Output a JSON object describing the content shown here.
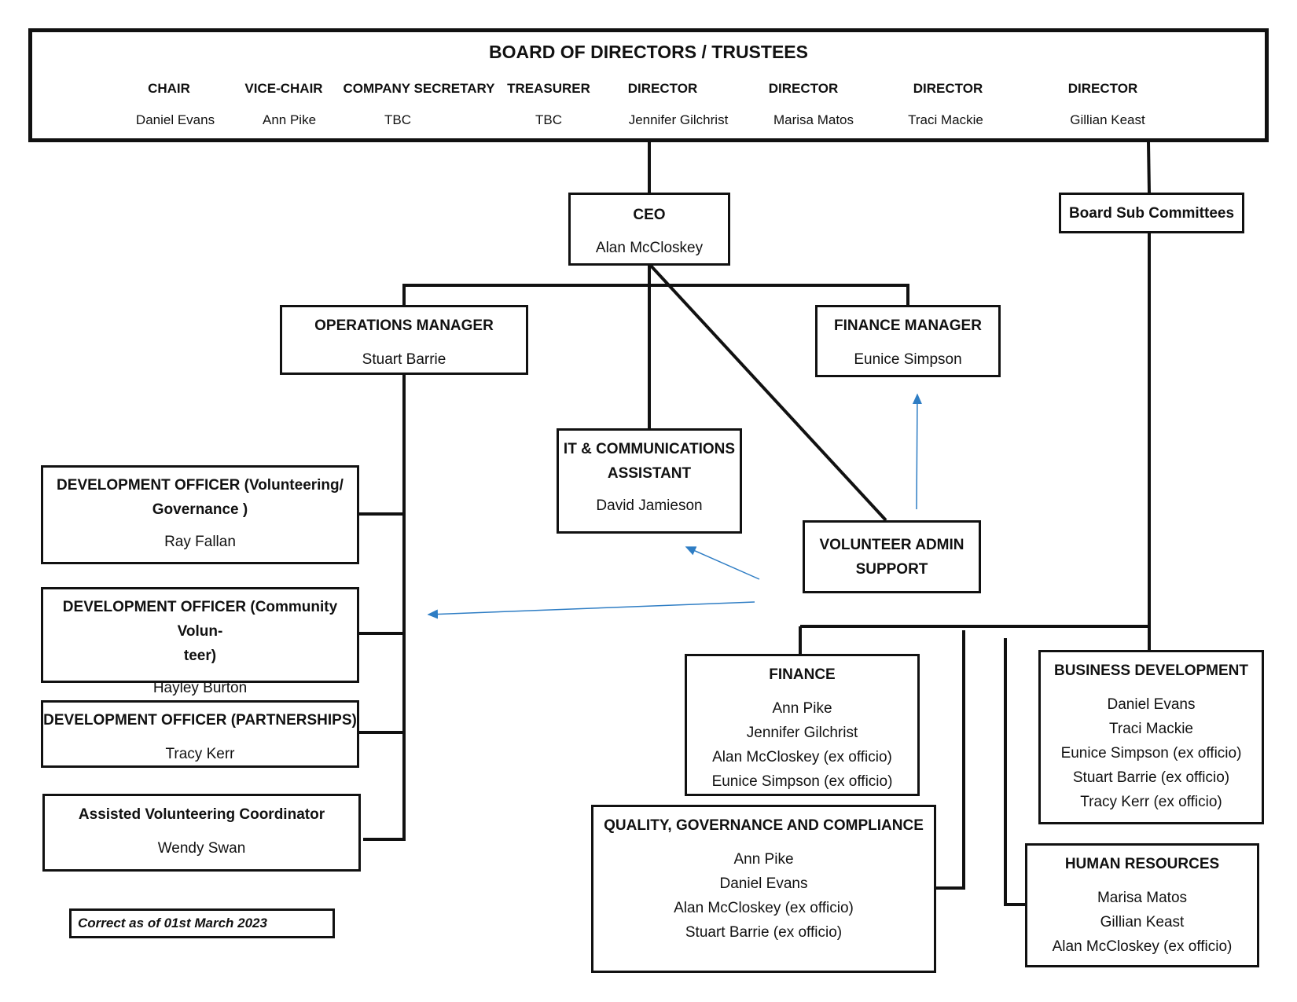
{
  "board": {
    "title": "BOARD OF DIRECTORS / TRUSTEES",
    "members": [
      {
        "role": "CHAIR",
        "name": "Daniel Evans"
      },
      {
        "role": "VICE-CHAIR",
        "name": "Ann Pike"
      },
      {
        "role": "COMPANY SECRETARY",
        "name": "TBC"
      },
      {
        "role": "TREASURER",
        "name": "TBC"
      },
      {
        "role": "DIRECTOR",
        "name": "Jennifer Gilchrist"
      },
      {
        "role": "DIRECTOR",
        "name": "Marisa Matos"
      },
      {
        "role": "DIRECTOR",
        "name": "Traci Mackie"
      },
      {
        "role": "DIRECTOR",
        "name": "Gillian Keast"
      }
    ]
  },
  "ceo": {
    "title": "CEO",
    "name": "Alan McCloskey"
  },
  "sub_committees": {
    "title": "Board Sub Committees"
  },
  "operations_manager": {
    "title": "OPERATIONS MANAGER",
    "name": "Stuart Barrie"
  },
  "finance_manager": {
    "title": "FINANCE MANAGER",
    "name": "Eunice Simpson"
  },
  "it_assistant": {
    "title_line1": "IT & COMMUNICATIONS",
    "title_line2": "ASSISTANT",
    "name": "David Jamieson"
  },
  "volunteer_admin": {
    "title_line1": "VOLUNTEER ADMIN",
    "title_line2": "SUPPORT"
  },
  "dev_officers": [
    {
      "title_line1": "DEVELOPMENT OFFICER (Volunteering/",
      "title_line2": "Governance )",
      "name": "Ray Fallan"
    },
    {
      "title_line1": "DEVELOPMENT OFFICER (Community Volun-",
      "title_line2": "teer)",
      "name": "Hayley Burton"
    },
    {
      "title_line1": "DEVELOPMENT OFFICER (PARTNERSHIPS)",
      "name": "Tracy Kerr"
    }
  ],
  "assisted_coordinator": {
    "title": "Assisted Volunteering Coordinator",
    "name": "Wendy Swan"
  },
  "committees": {
    "finance": {
      "title": "FINANCE",
      "members": [
        "Ann Pike",
        "Jennifer Gilchrist",
        "Alan McCloskey (ex officio)",
        "Eunice Simpson (ex officio)"
      ]
    },
    "business_development": {
      "title": "BUSINESS DEVELOPMENT",
      "members": [
        "Daniel Evans",
        "Traci Mackie",
        "Eunice Simpson (ex officio)",
        "Stuart Barrie (ex officio)",
        "Tracy Kerr (ex officio)"
      ]
    },
    "quality": {
      "title": "QUALITY, GOVERNANCE AND COMPLIANCE",
      "members": [
        "Ann Pike",
        "Daniel Evans",
        "Alan McCloskey (ex officio)",
        "Stuart Barrie (ex officio)"
      ]
    },
    "human_resources": {
      "title": "HUMAN RESOURCES",
      "members": [
        "Marisa Matos",
        "Gillian Keast",
        "Alan McCloskey (ex officio)"
      ]
    }
  },
  "footnote": "Correct as of 01st March 2023",
  "colors": {
    "line": "#111111",
    "arrow": "#2e7dc4"
  }
}
